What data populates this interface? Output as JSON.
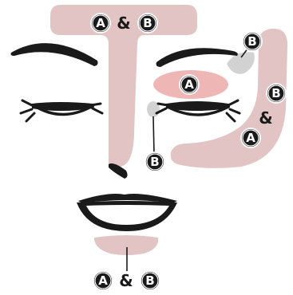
{
  "colors": {
    "zone_pink": "#e2c4c4",
    "zone_light_pink": "#efb6b6",
    "zone_gray": "#d2d2d2",
    "ink": "#1a1a1a",
    "background": "#ffffff"
  },
  "labels": {
    "forehead": {
      "a": "A",
      "amp": "&",
      "b": "B"
    },
    "chin": {
      "a": "A",
      "amp": "&",
      "b": "B"
    },
    "cheek": {
      "b": "B",
      "amp": "&",
      "a": "A"
    },
    "under_eye": {
      "a": "A"
    },
    "brow_bone": {
      "b": "B"
    },
    "inner_eye": {
      "b": "B"
    }
  }
}
